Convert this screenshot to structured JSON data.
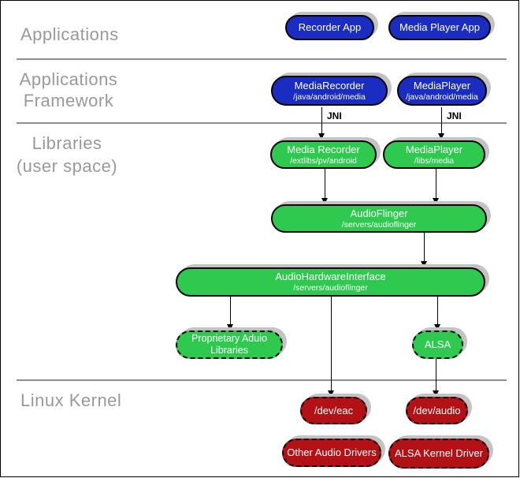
{
  "sections": {
    "applications": {
      "label": "Applications"
    },
    "framework": {
      "line1": "Applications",
      "line2": "Framework"
    },
    "libraries": {
      "line1": "Libraries",
      "line2": "(user space)"
    },
    "kernel": {
      "label": "Linux Kernel"
    }
  },
  "nodes": {
    "recorder_app": {
      "title": "Recorder App"
    },
    "media_player_app": {
      "title": "Media Player App"
    },
    "media_recorder_fw": {
      "title": "MediaRecorder",
      "path": "/java/android/media"
    },
    "media_player_fw": {
      "title": "MediaPlayer",
      "path": "/java/android/media"
    },
    "media_recorder_lib": {
      "title": "Media Recorder",
      "path": "/extlibs/pv/android"
    },
    "media_player_lib": {
      "title": "MediaPlayer",
      "path": "/libs/media"
    },
    "audio_flinger": {
      "title": "AudioFlinger",
      "path": "/servers/audioflinger"
    },
    "audio_hardware_interface": {
      "title": "AudioHardwareInterface",
      "path": "/servers/audioflinger"
    },
    "proprietary_audio_libraries": {
      "line1": "Proprietary Aduio",
      "line2": "Libraries"
    },
    "alsa": {
      "title": "ALSA"
    },
    "dev_eac": {
      "title": "/dev/eac"
    },
    "dev_audio": {
      "title": "/dev/audio"
    },
    "other_audio_drivers": {
      "title": "Other Audio Drivers"
    },
    "alsa_kernel_driver": {
      "title": "ALSA Kernel Driver"
    }
  },
  "edge_labels": {
    "jni_recorder": "JNI",
    "jni_player": "JNI"
  },
  "colors": {
    "application_blue": "#1b2cc1",
    "library_green": "#2fc94f",
    "kernel_red": "#b21215",
    "section_label_gray": "#999999",
    "shadow_gray": "#c3c3c3"
  }
}
